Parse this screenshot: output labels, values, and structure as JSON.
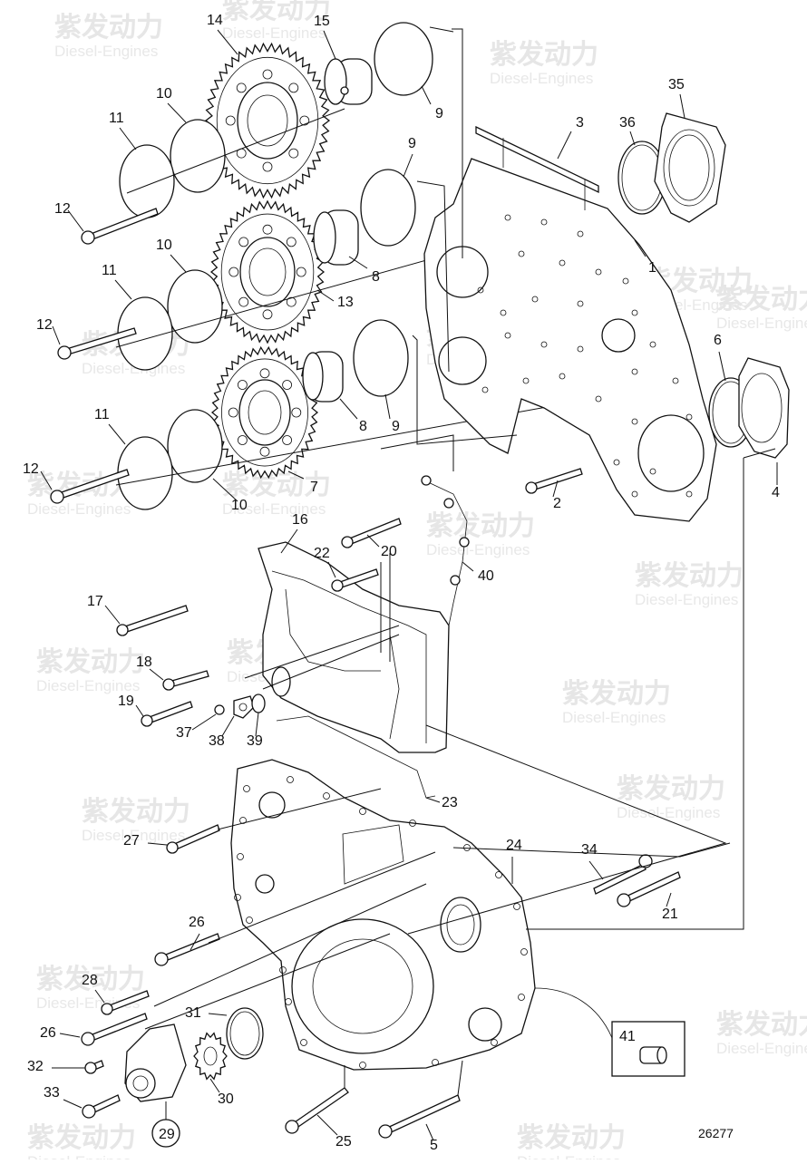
{
  "drawing_number": "26277",
  "watermark": {
    "cn": "紫发动力",
    "en": "Diesel-Engines"
  },
  "callouts": [
    "1",
    "2",
    "3",
    "4",
    "5",
    "6",
    "7",
    "8",
    "9",
    "10",
    "11",
    "12",
    "13",
    "14",
    "15",
    "16",
    "17",
    "18",
    "19",
    "20",
    "21",
    "22",
    "23",
    "24",
    "25",
    "26",
    "27",
    "28",
    "29",
    "30",
    "31",
    "32",
    "33",
    "34",
    "35",
    "36",
    "37",
    "38",
    "39",
    "40",
    "41"
  ]
}
